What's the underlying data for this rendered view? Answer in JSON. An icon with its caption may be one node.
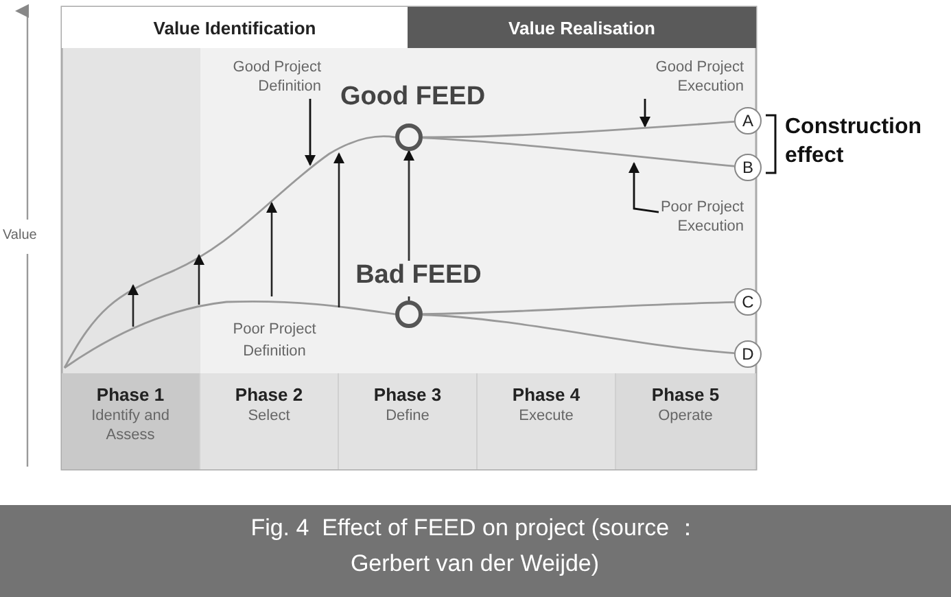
{
  "diagram": {
    "caption": "Fig. 4  Effect of FEED on project (source ： Gerbert van der Weijde)",
    "nodes": [
      {
        "text": [
          "Value Identification"
        ]
      },
      {
        "text": [
          "Value Realisation"
        ]
      },
      {
        "text": [
          "Good Project Definition"
        ]
      },
      {
        "text": [],
        "shape": "circle",
        "beside": [
          "Good FEED"
        ]
      },
      {
        "text": [
          "Good Project Execution"
        ]
      },
      {
        "text": [
          "A"
        ]
      },
      {
        "text": [
          "B"
        ]
      },
      {
        "text": [
          "Poor Project Execution"
        ]
      },
      {
        "text": [],
        "shape": "circle",
        "beside": [
          "Bad FEED"
        ]
      },
      {
        "text": [
          "C"
        ]
      },
      {
        "text": [
          "D"
        ]
      },
      {
        "text": [
          "Phase 1",
          "Identify and Assess"
        ]
      },
      {
        "text": [
          "Phase 2",
          "Select"
        ]
      },
      {
        "text": [
          "Phase 3",
          "Define"
        ]
      },
      {
        "text": [
          "Phase 4",
          "Execute"
        ]
      },
      {
        "text": [
          "Phase 5",
          "Operate"
        ]
      }
    ],
    "edges": [
      {
        "from": 2,
        "to": null,
        "arrow": "to",
        "color": "#111111"
      },
      {
        "from": 4,
        "to": null,
        "arrow": "to",
        "color": "#111111"
      },
      {
        "from": 7,
        "to": null,
        "arrow": "to",
        "color": "#111111"
      },
      {
        "from": 8,
        "to": 3,
        "arrow": "to",
        "color": "#333333"
      },
      {
        "from": 3,
        "to": 5,
        "arrow": "none"
      },
      {
        "from": 3,
        "to": 6,
        "arrow": "none"
      },
      {
        "from": 8,
        "to": 9,
        "arrow": "none"
      },
      {
        "from": 8,
        "to": 10,
        "arrow": "none"
      }
    ],
    "labels": [
      "Construction effect",
      "Value",
      "Poor Project Definition"
    ]
  }
}
